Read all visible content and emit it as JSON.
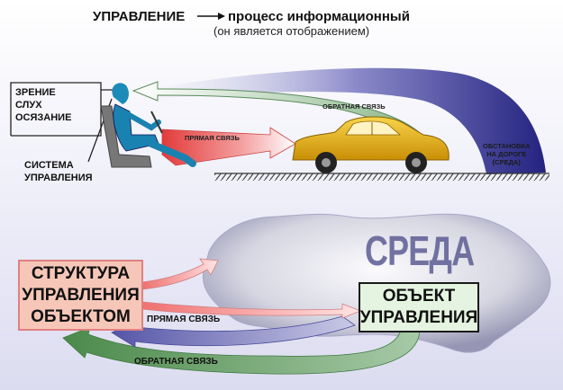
{
  "header": {
    "control": "УПРАВЛЕНИЕ",
    "process": "процесс информационный",
    "sub": "(он является отображением)"
  },
  "top": {
    "senses": [
      "ЗРЕНИЕ",
      "СЛУХ",
      "ОСЯЗАНИЕ"
    ],
    "system": [
      "СИСТЕМА",
      "УПРАВЛЕНИЯ"
    ],
    "direct": "ПРЯМАЯ СВЯЗЬ",
    "feedback": "ОБРАТНАЯ СВЯЗЬ",
    "road": [
      "ОБСТАНОВКА",
      "НА ДОРОГЕ",
      "(СРЕДА)"
    ]
  },
  "bottom": {
    "env": "СРЕДА",
    "structure": [
      "СТРУКТУРА",
      "УПРАВЛЕНИЯ",
      "ОБЪЕКТОМ"
    ],
    "object": [
      "ОБЪЕКТ",
      "УПРАВЛЕНИЯ"
    ],
    "direct": "ПРЯМАЯ СВЯЗЬ",
    "feedback": "ОБРАТНАЯ СВЯЗЬ"
  },
  "colors": {
    "navy": "#2b2a85",
    "direct_arrow": "#e05050",
    "feedback_arrow": "#6fa26f",
    "car": "#e7b80e",
    "structure_box": "#f6c7b8",
    "object_box": "#e4f4e0"
  }
}
